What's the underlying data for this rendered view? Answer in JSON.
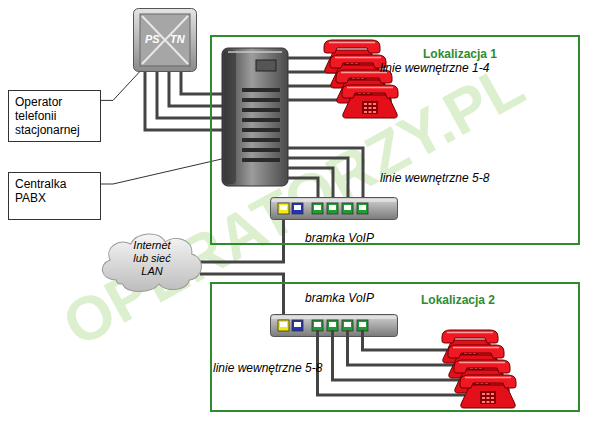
{
  "diagram": {
    "nodes": [
      {
        "text": [
          "PS",
          "TN"
        ]
      },
      {
        "text": [
          "Operator telefonii stacjonarnej"
        ]
      },
      {
        "text": [
          "Centralka PABX"
        ]
      },
      {
        "text": [
          "Lokalizacja 1"
        ]
      },
      {
        "text": [
          "Internet lub sieć LAN"
        ]
      },
      {
        "text": [
          "Lokalizacja 2"
        ]
      }
    ],
    "edges": [
      {
        "from": 1,
        "to": 0,
        "arrow": "none"
      }
    ],
    "labels": [
      "linie wewnętrzne 1-4",
      "linie wewnętrzne 5-8",
      "bramka VoIP",
      "bramka VoIP",
      "linie wewnętrzne 5-8",
      "OPERATORZY.PL"
    ]
  }
}
